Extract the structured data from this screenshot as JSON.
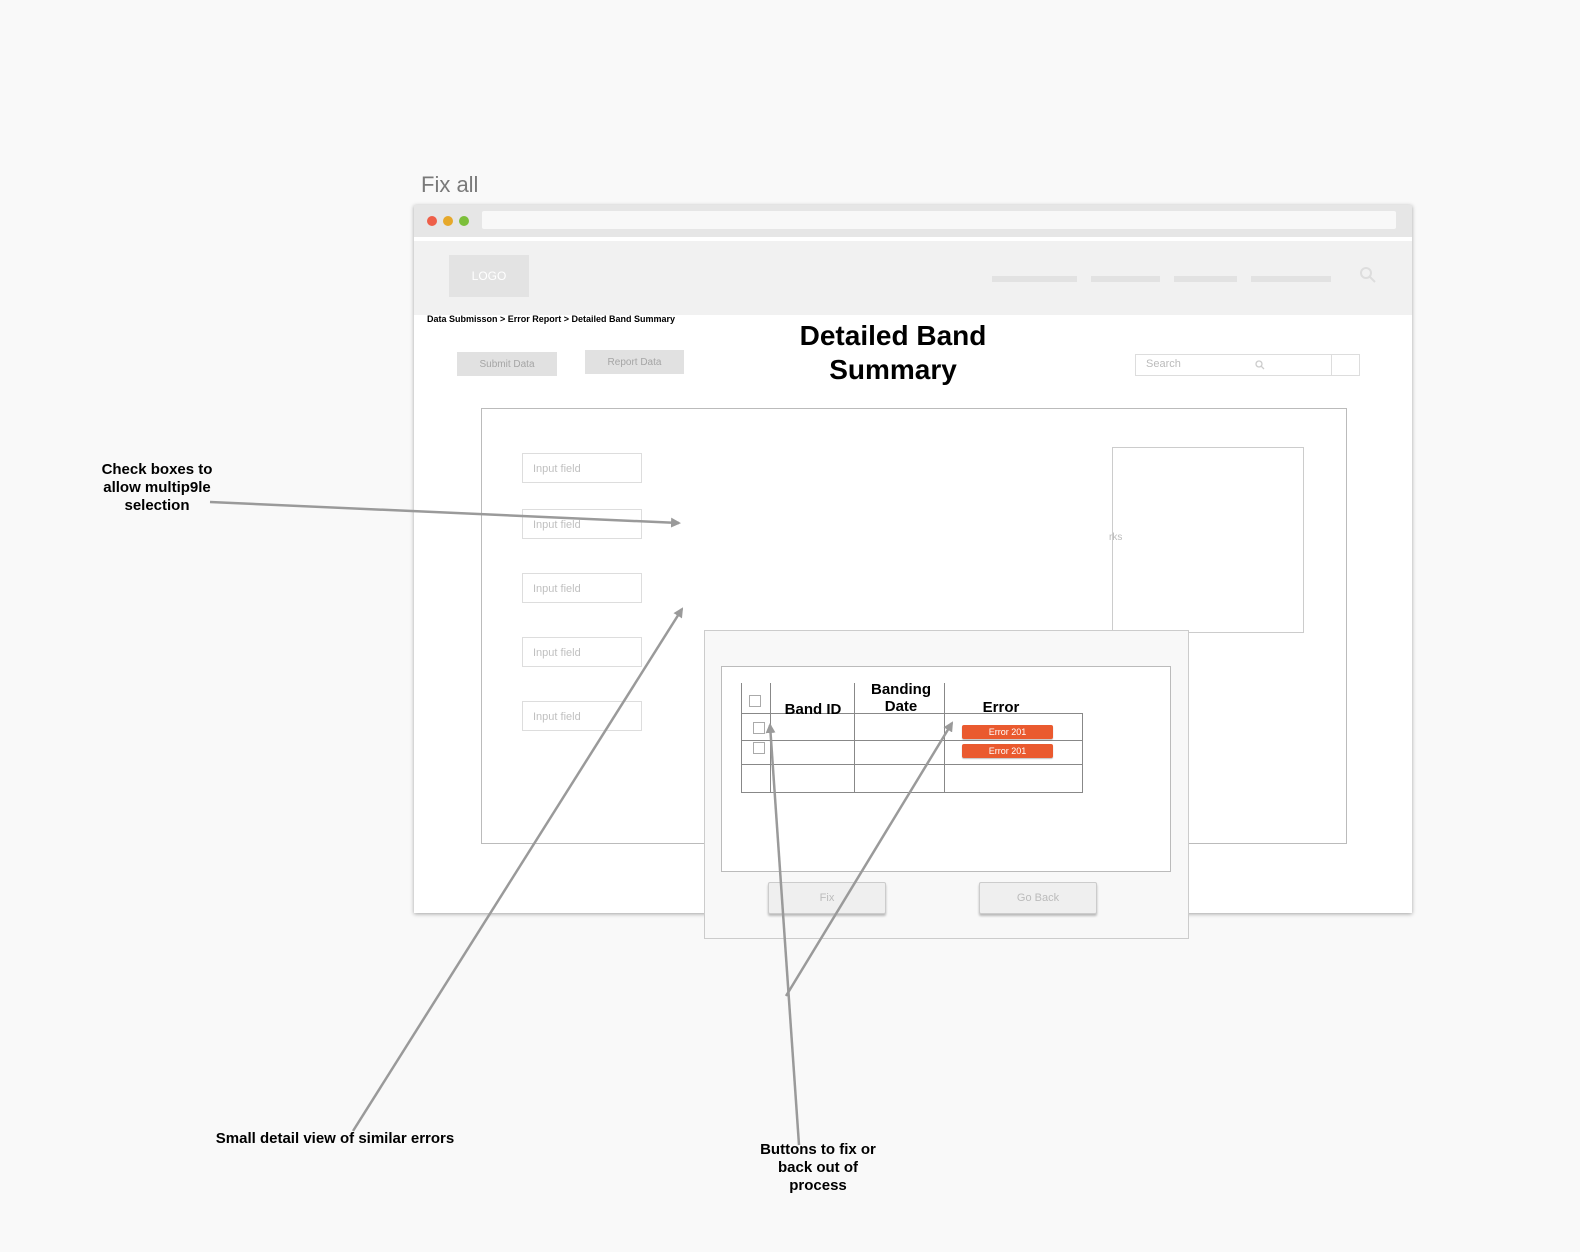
{
  "artboard": {
    "title": "Fix all"
  },
  "window": {
    "colors": {
      "close": "#ee5f49",
      "minimize": "#e6a82a",
      "maximize": "#7cbf3a"
    }
  },
  "header": {
    "logo_label": "LOGO",
    "nav_icon": "search-icon"
  },
  "breadcrumb": "Data Submisson > Error Report > Detailed Band Summary",
  "toolbar": {
    "submit_label": "Submit Data",
    "report_label": "Report Data"
  },
  "page": {
    "title": "Detailed Band Summary"
  },
  "search": {
    "placeholder": "Search",
    "icon": "search-icon"
  },
  "form": {
    "fields": [
      "Input field",
      "Input field",
      "Input field",
      "Input field",
      "Input field"
    ]
  },
  "side_panel": {
    "visible_text": "rks"
  },
  "modal": {
    "table": {
      "headers": {
        "band_id": "Band ID",
        "banding_date": "Banding Date",
        "error": "Error"
      },
      "rows": [
        {
          "band_id": "",
          "banding_date": "",
          "error": "Error 201"
        },
        {
          "band_id": "",
          "banding_date": "",
          "error": "Error 201"
        },
        {
          "band_id": "",
          "banding_date": "",
          "error": ""
        }
      ]
    },
    "fix_label": "Fix",
    "back_label": "Go Back",
    "error_color": "#ea5a2f"
  },
  "annotations": {
    "checkboxes": "Check boxes to allow multip9le selection",
    "detail_view": "Small detail view of similar errors",
    "buttons": "Buttons to fix or back out of process"
  }
}
